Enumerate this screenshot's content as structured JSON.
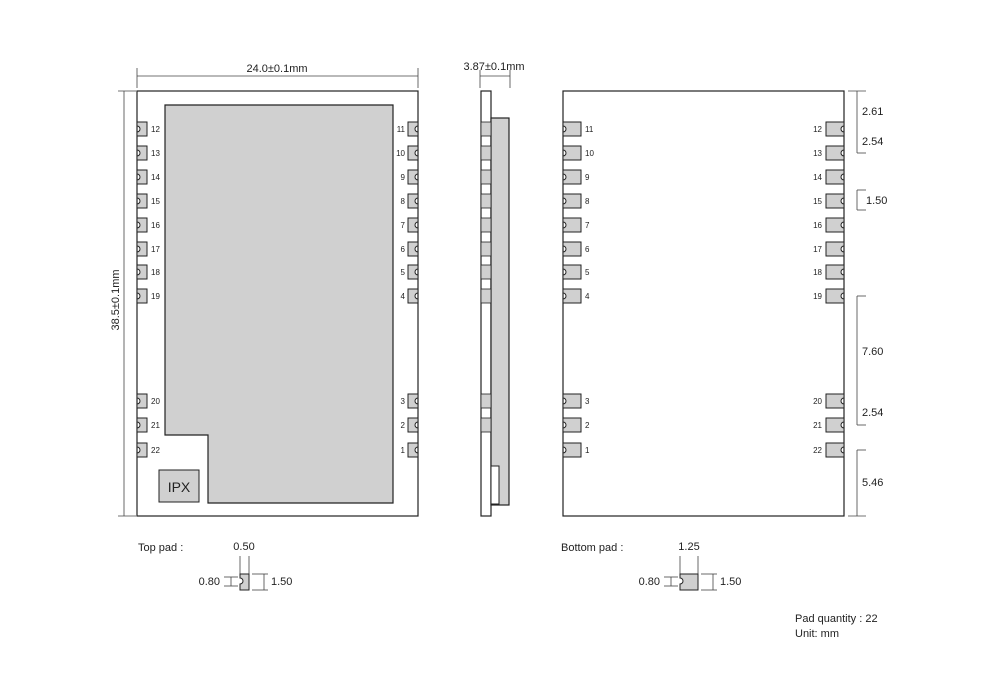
{
  "top_view": {
    "width_dim": "24.0±0.1mm",
    "height_dim": "38.5±0.1mm",
    "antenna_label": "IPX",
    "left_pins": [
      "12",
      "13",
      "14",
      "15",
      "16",
      "17",
      "18",
      "19",
      "20",
      "21",
      "22"
    ],
    "right_pins": [
      "11",
      "10",
      "9",
      "8",
      "7",
      "6",
      "5",
      "4",
      "3",
      "2",
      "1"
    ]
  },
  "side_view": {
    "thickness_dim": "3.87±0.1mm"
  },
  "bottom_view": {
    "left_pins": [
      "11",
      "10",
      "9",
      "8",
      "7",
      "6",
      "5",
      "4",
      "3",
      "2",
      "1"
    ],
    "right_pins": [
      "12",
      "13",
      "14",
      "15",
      "16",
      "17",
      "18",
      "19",
      "20",
      "21",
      "22"
    ],
    "dims": {
      "top_edge": "2.61",
      "pitch": "2.54",
      "pad_width": "1.50",
      "gap": "7.60",
      "pitch_lower": "2.54",
      "bottom_edge": "5.46"
    }
  },
  "top_pad": {
    "label": "Top pad :",
    "width": "0.50",
    "height_left": "0.80",
    "height_right": "1.50"
  },
  "bottom_pad": {
    "label": "Bottom pad :",
    "width": "1.25",
    "height_left": "0.80",
    "height_right": "1.50"
  },
  "notes": {
    "pad_quantity": "Pad quantity : 22",
    "unit": "Unit:  mm"
  }
}
